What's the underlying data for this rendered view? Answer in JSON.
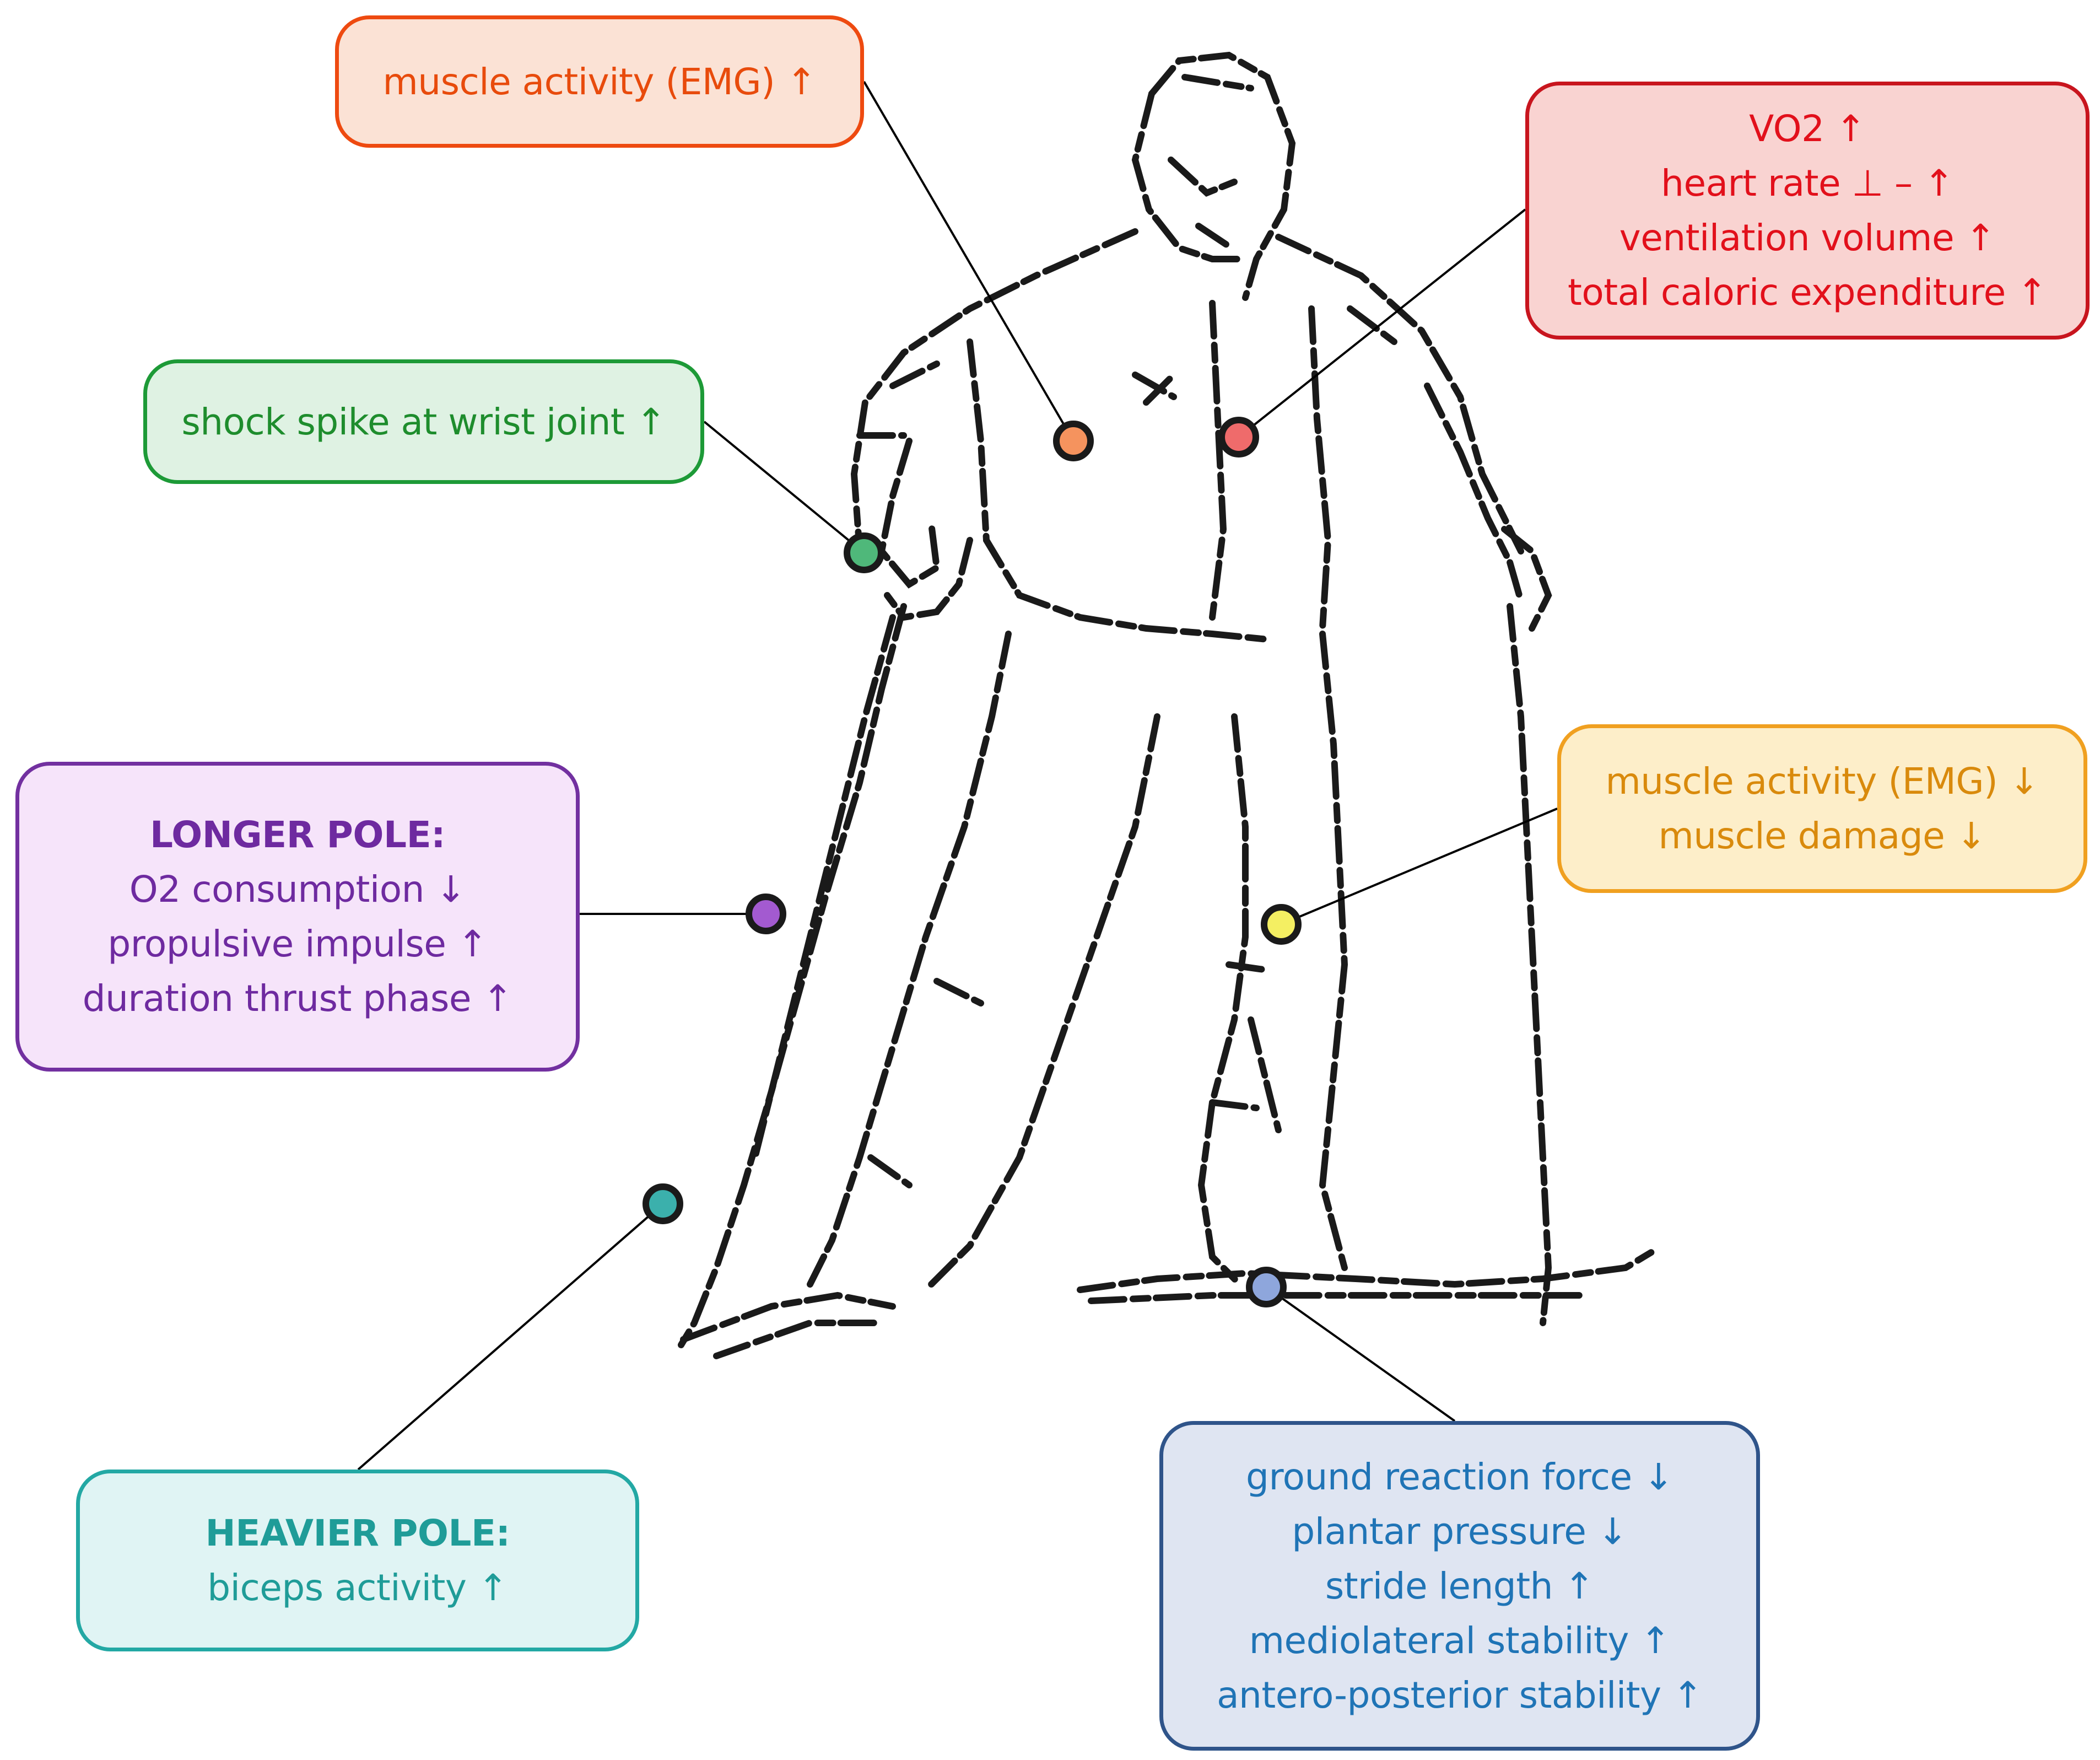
{
  "colors": {
    "orange": "#e84b0c",
    "red": "#e2101b",
    "green": "#1e8d2d",
    "purple": "#6e2aa0",
    "yellow": "#d98a0c",
    "teal": "#1f9c98",
    "blue": "#1f74b6"
  },
  "boxes": {
    "emg_up": {
      "lines": [
        "muscle activity (EMG) ↑"
      ]
    },
    "cardio": {
      "lines": [
        "VO2 ↑",
        "heart rate ⊥ – ↑",
        "ventilation volume ↑",
        "total caloric expenditure ↑"
      ]
    },
    "wrist": {
      "lines": [
        "shock spike at wrist joint ↑"
      ]
    },
    "longer_pole": {
      "heading": "LONGER POLE:",
      "lines": [
        "O2 consumption ↓",
        "propulsive impulse ↑",
        "duration thrust phase ↑"
      ]
    },
    "emg_down": {
      "lines": [
        "muscle activity (EMG) ↓",
        "muscle damage ↓"
      ]
    },
    "heavier_pole": {
      "heading": "HEAVIER POLE:",
      "lines": [
        "biceps activity ↑"
      ]
    },
    "ground": {
      "lines": [
        "ground reaction force ↓",
        "plantar pressure ↓",
        "stride length ↑",
        "mediolateral stability ↑",
        "antero-posterior stability ↑"
      ]
    }
  },
  "markers": [
    {
      "name": "chest-marker",
      "color": "#f5935e"
    },
    {
      "name": "heart-marker",
      "color": "#ef6b6b"
    },
    {
      "name": "wrist-marker",
      "color": "#4fb87a"
    },
    {
      "name": "pole-mid-marker",
      "color": "#a35ad0"
    },
    {
      "name": "thigh-marker",
      "color": "#f4ef62"
    },
    {
      "name": "pole-low-marker",
      "color": "#3bb0ac"
    },
    {
      "name": "foot-marker",
      "color": "#8ea6dc"
    }
  ]
}
